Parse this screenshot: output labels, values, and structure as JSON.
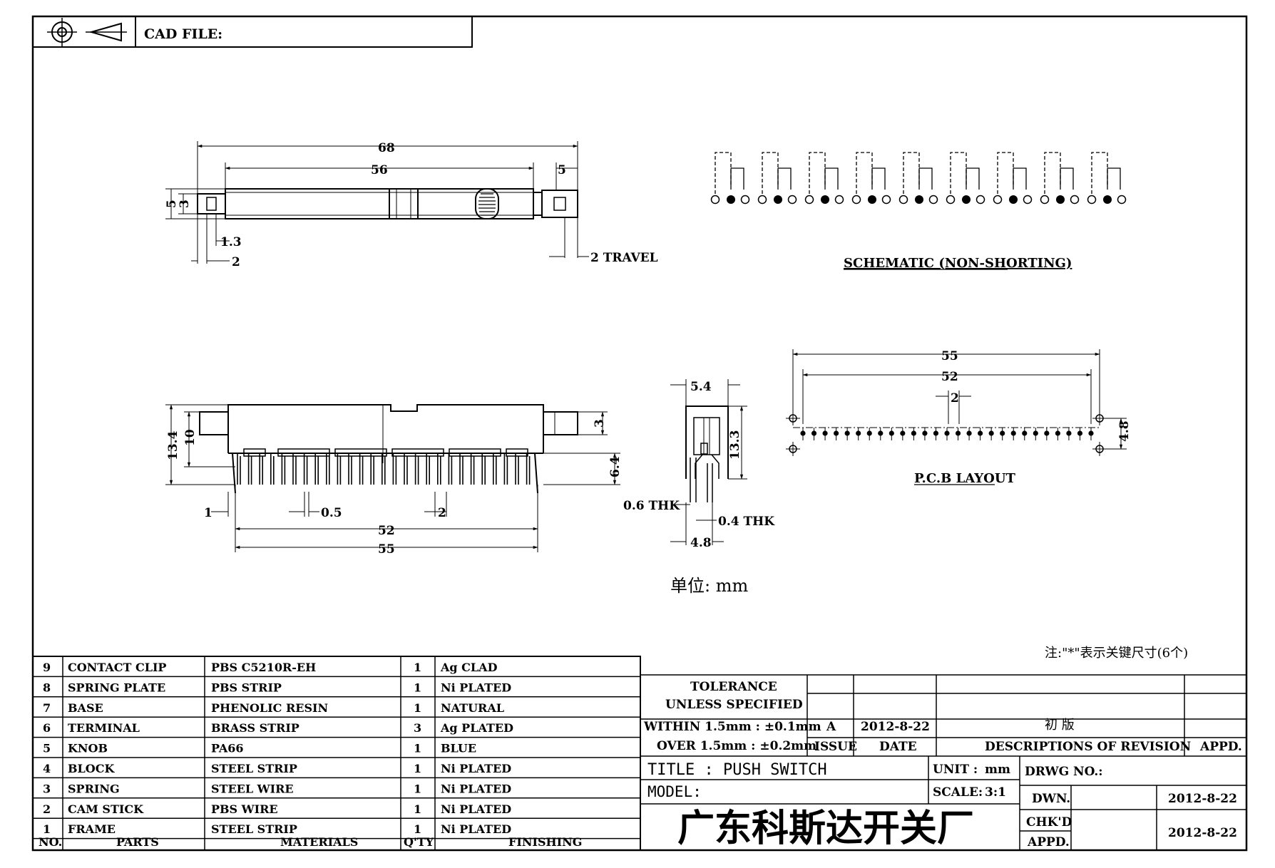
{
  "header": {
    "cad_file_label": "CAD FILE:"
  },
  "side_view": {
    "dim_overall": "68",
    "dim_body": "56",
    "dim_tip": "5",
    "dim_height": "5",
    "dim_slot": "3",
    "dim_a": "1.3",
    "dim_b": "2",
    "travel": "2 TRAVEL"
  },
  "front_view": {
    "dim_h1": "13.4",
    "dim_h2": "10",
    "dim_knob": "3",
    "dim_pin": "6.4",
    "dim_edge": "1",
    "dim_thk": "0.5",
    "dim_pitch": "2",
    "dim_span_inner": "52",
    "dim_span_outer": "55"
  },
  "end_view": {
    "dim_top": "5.4",
    "dim_height": "13.3",
    "thk_a": "0.6 THK",
    "thk_b": "0.4 THK",
    "dim_bottom": "4.8"
  },
  "schematic": {
    "label": "SCHEMATIC (NON-SHORTING)",
    "groups": 9
  },
  "pcb": {
    "label": "P.C.B LAYOUT",
    "dim_outer": "55",
    "dim_inner": "52",
    "dim_pitch": "2",
    "dim_row": "4.8",
    "pins_per_row": 27
  },
  "unit_note": "单位: mm",
  "key_note": "注:\"*\"表示关键尺寸(6个)",
  "bom": {
    "headers": {
      "no": "NO.",
      "parts": "PARTS",
      "materials": "MATERIALS",
      "qty": "Q'TY",
      "finishing": "FINISHING"
    },
    "rows": [
      {
        "no": "9",
        "part": "CONTACT CLIP",
        "material": "PBS C5210R-EH",
        "qty": "1",
        "finish": "Ag CLAD"
      },
      {
        "no": "8",
        "part": "SPRING PLATE",
        "material": "PBS STRIP",
        "qty": "1",
        "finish": "Ni PLATED"
      },
      {
        "no": "7",
        "part": "BASE",
        "material": "PHENOLIC RESIN",
        "qty": "1",
        "finish": "NATURAL"
      },
      {
        "no": "6",
        "part": "TERMINAL",
        "material": "BRASS STRIP",
        "qty": "3",
        "finish": "Ag PLATED"
      },
      {
        "no": "5",
        "part": "KNOB",
        "material": "PA66",
        "qty": "1",
        "finish": "BLUE"
      },
      {
        "no": "4",
        "part": "BLOCK",
        "material": "STEEL STRIP",
        "qty": "1",
        "finish": "Ni PLATED"
      },
      {
        "no": "3",
        "part": "SPRING",
        "material": "STEEL WIRE",
        "qty": "1",
        "finish": "Ni PLATED"
      },
      {
        "no": "2",
        "part": "CAM STICK",
        "material": "PBS WIRE",
        "qty": "1",
        "finish": "Ni PLATED"
      },
      {
        "no": "1",
        "part": "FRAME",
        "material": "STEEL STRIP",
        "qty": "1",
        "finish": "Ni PLATED"
      }
    ]
  },
  "title_block": {
    "tolerance_1": "TOLERANCE",
    "tolerance_2": "UNLESS  SPECIFIED",
    "within": "WITHIN 1.5mm : ±0.1mm",
    "over": "OVER 1.5mm : ±0.2mm",
    "issue_value": "A",
    "date_value": "2012-8-22",
    "revision_value": "初 版",
    "issue_label": "ISSUE",
    "date_label": "DATE",
    "revision_label": "DESCRIPTIONS  OF  REVISION",
    "appd_label": "APPD.",
    "title": "TITLE : PUSH SWITCH",
    "unit_label": "UNIT :",
    "unit_value": "mm",
    "scale_label": "SCALE:",
    "scale_value": "3:1",
    "drwg_label": "DRWG NO.:",
    "model_label": "MODEL:",
    "dwn_label": "DWN.",
    "dwn_date": "2012-8-22",
    "chkd_label": "CHK'D",
    "appd2_label": "APPD.",
    "chk_date": "2012-8-22",
    "company": "广东科斯达开关厂"
  }
}
